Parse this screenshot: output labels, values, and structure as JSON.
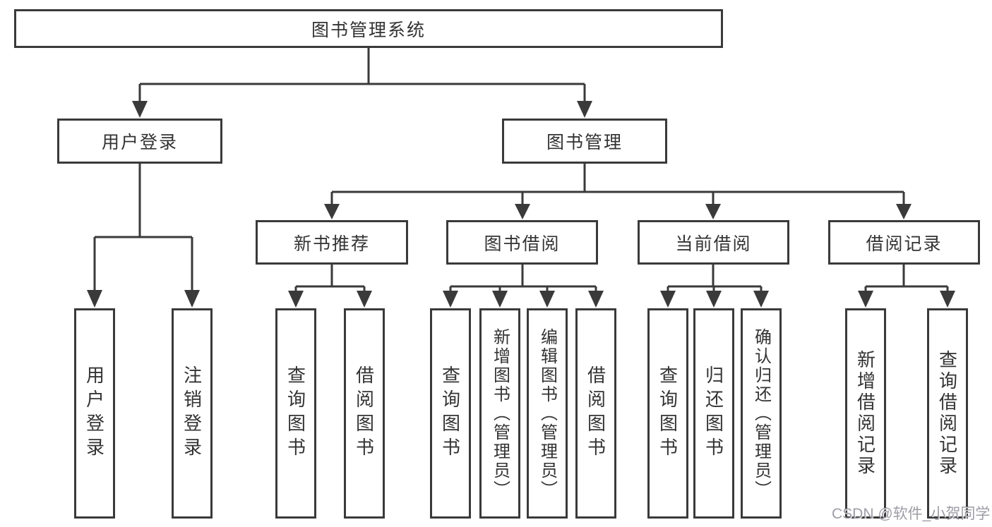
{
  "diagram": {
    "root": "图书管理系统",
    "level2": {
      "user_login": "用户登录",
      "book_mgmt": "图书管理"
    },
    "level3": {
      "new_books": "新书推荐",
      "borrow": "图书借阅",
      "current": "当前借阅",
      "records": "借阅记录"
    },
    "leaves": {
      "user_login": [
        "用户登录",
        "注销登录"
      ],
      "new_books": [
        "查询图书",
        "借阅图书"
      ],
      "borrow": [
        "查询图书",
        "新增图书（管理员）",
        "编辑图书（管理员）",
        "借阅图书"
      ],
      "current": [
        "查询图书",
        "归还图书",
        "确认归还（管理员）"
      ],
      "records": [
        "新增借阅记录",
        "查询借阅记录"
      ]
    },
    "colors": {
      "line": "#3a3a3a",
      "text": "#333333",
      "background": "#ffffff",
      "watermark": "#8c8c96"
    }
  },
  "watermark": "CSDN @软件_小贺同学"
}
